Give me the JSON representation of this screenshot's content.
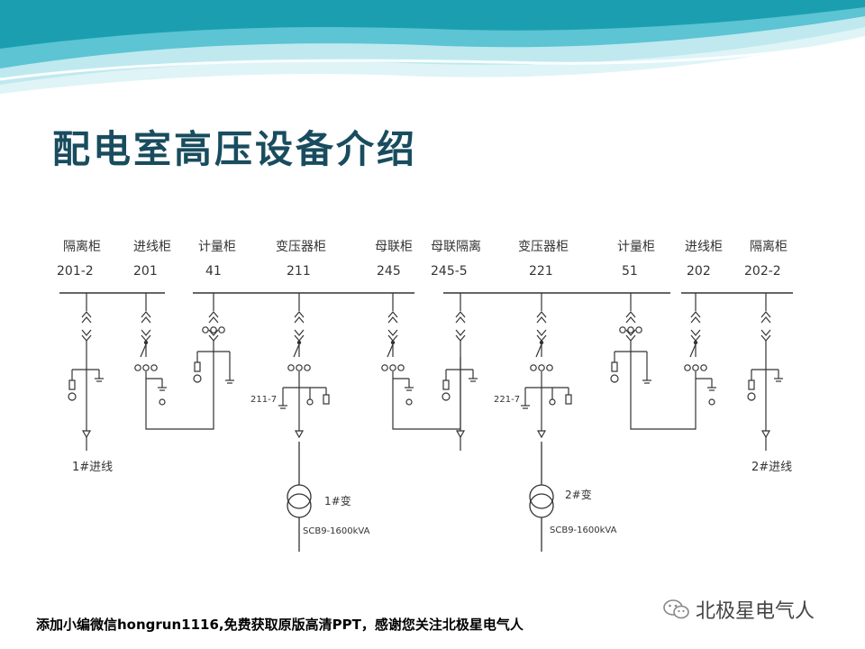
{
  "title": "配电室高压设备介绍",
  "cabinets": [
    {
      "name": "隔离柜",
      "code": "201-2"
    },
    {
      "name": "进线柜",
      "code": "201"
    },
    {
      "name": "计量柜",
      "code": "41"
    },
    {
      "name": "变压器柜",
      "code": "211"
    },
    {
      "name": "母联柜",
      "code": "245"
    },
    {
      "name": "母联隔离",
      "code": "245-5"
    },
    {
      "name": "变压器柜",
      "code": "221"
    },
    {
      "name": "计量柜",
      "code": "51"
    },
    {
      "name": "进线柜",
      "code": "202"
    },
    {
      "name": "隔离柜",
      "code": "202-2"
    }
  ],
  "annotations": {
    "incoming_1": "1#进线",
    "incoming_2": "2#进线",
    "transformer_1": "1#变",
    "transformer_2": "2#变",
    "rating_1": "SCB9-1600kVA",
    "rating_2": "SCB9-1600kVA",
    "switch_211": "211-7",
    "switch_221": "221-7"
  },
  "footer": "添加小编微信hongrun1116,免费获取原版高清PPT，感谢您关注北极星电气人",
  "brand": "北极星电气人",
  "colors": {
    "title": "#184c5e",
    "wave_dark": "#1b9fb0",
    "wave_light": "#bfe9ef",
    "line": "#333333"
  }
}
